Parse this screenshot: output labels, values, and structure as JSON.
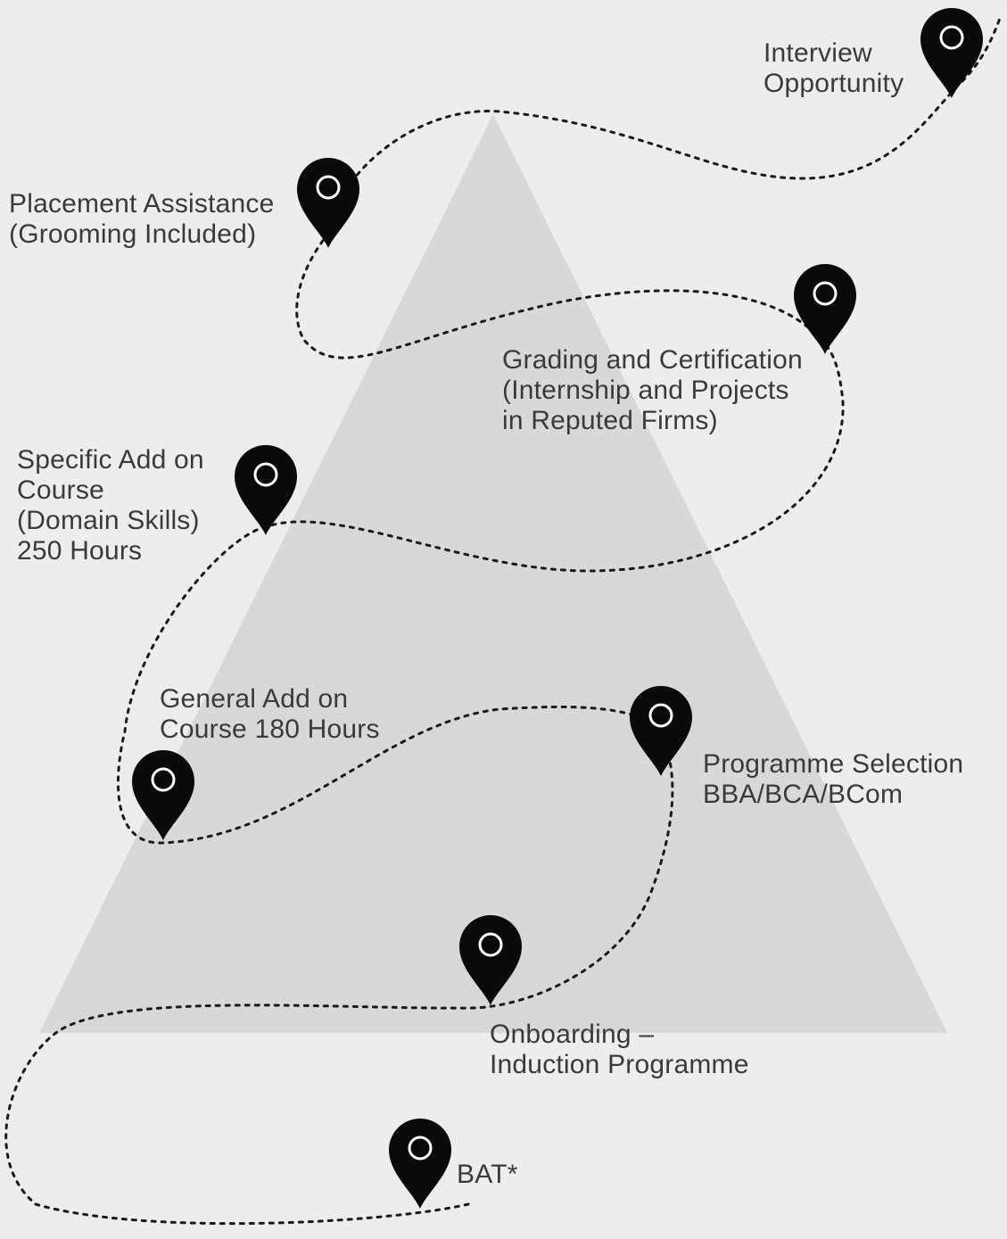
{
  "colors": {
    "background": "#ededed",
    "pyramid": "#d8d8d8",
    "pin": "#0a0a0a",
    "path": "#1a1a1a",
    "text": "#3a3a3a"
  },
  "steps": [
    {
      "id": "bat",
      "icon": "map-pin-icon",
      "lines": [
        "BAT*"
      ]
    },
    {
      "id": "onboarding",
      "icon": "map-pin-icon",
      "lines": [
        "Onboarding –",
        "Induction Programme"
      ]
    },
    {
      "id": "programme-selection",
      "icon": "map-pin-icon",
      "lines": [
        "Programme Selection",
        "BBA/BCA/BCom"
      ]
    },
    {
      "id": "general-add-on",
      "icon": "map-pin-icon",
      "lines": [
        "General Add on",
        "Course 180 Hours"
      ]
    },
    {
      "id": "specific-add-on",
      "icon": "map-pin-icon",
      "lines": [
        "Specific Add on",
        "Course",
        "(Domain Skills)",
        "250 Hours"
      ]
    },
    {
      "id": "grading-certification",
      "icon": "map-pin-icon",
      "lines": [
        "Grading and Certification",
        "(Internship and Projects",
        "in Reputed Firms)"
      ]
    },
    {
      "id": "placement-assistance",
      "icon": "map-pin-icon",
      "lines": [
        "Placement Assistance",
        "(Grooming Included)"
      ]
    },
    {
      "id": "interview-opportunity",
      "icon": "map-pin-icon",
      "lines": [
        "Interview",
        "Opportunity"
      ]
    }
  ]
}
